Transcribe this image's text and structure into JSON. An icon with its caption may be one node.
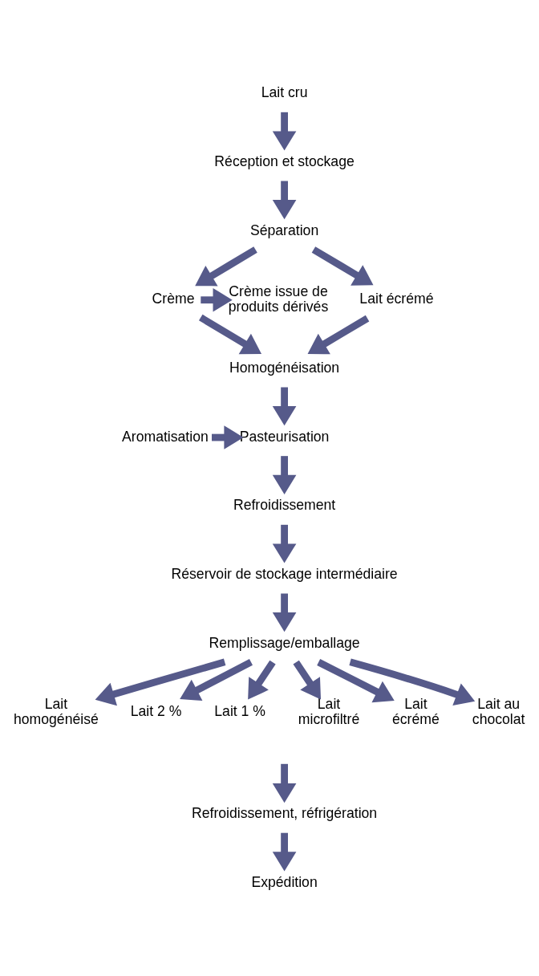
{
  "diagram": {
    "nodes": [
      {
        "text": [
          "Lait cru"
        ]
      },
      {
        "text": [
          "Réception et stockage"
        ]
      },
      {
        "text": [
          "Séparation"
        ]
      },
      {
        "text": [
          "Crème"
        ]
      },
      {
        "text": [
          "Lait écrémé"
        ]
      },
      {
        "text": [
          "Crème issue de produits dérivés"
        ]
      },
      {
        "text": [
          "Homogénéisation"
        ]
      },
      {
        "text": [
          "Aromatisation"
        ]
      },
      {
        "text": [
          "Pasteurisation"
        ]
      },
      {
        "text": [
          "Refroidissement"
        ]
      },
      {
        "text": [
          "Réservoir de stockage intermédiaire"
        ]
      },
      {
        "text": [
          "Remplissage/emballage"
        ]
      },
      {
        "text": [
          "Lait homogénéisé"
        ]
      },
      {
        "text": [
          "Lait 2 %"
        ]
      },
      {
        "text": [
          "Lait 1 %"
        ]
      },
      {
        "text": [
          "Lait microfiltré"
        ]
      },
      {
        "text": [
          "Lait écrémé"
        ]
      },
      {
        "text": [
          "Lait au chocolat"
        ]
      },
      {
        "text": [
          "Refroidissement, réfrigération"
        ]
      },
      {
        "text": [
          "Expédition"
        ]
      }
    ],
    "edges": [
      {
        "from": 0,
        "to": 1,
        "arrow": "to"
      },
      {
        "from": 1,
        "to": 2,
        "arrow": "to"
      },
      {
        "from": 2,
        "to": 3,
        "arrow": "to"
      },
      {
        "from": 2,
        "to": 4,
        "arrow": "to"
      },
      {
        "from": 3,
        "to": 5,
        "arrow": "to"
      },
      {
        "from": 3,
        "to": 6,
        "arrow": "to"
      },
      {
        "from": 4,
        "to": 6,
        "arrow": "to"
      },
      {
        "from": 6,
        "to": 8,
        "arrow": "to"
      },
      {
        "from": 7,
        "to": 8,
        "arrow": "to"
      },
      {
        "from": 8,
        "to": 9,
        "arrow": "to"
      },
      {
        "from": 9,
        "to": 10,
        "arrow": "to"
      },
      {
        "from": 10,
        "to": 11,
        "arrow": "to"
      },
      {
        "from": 11,
        "to": 12,
        "arrow": "to"
      },
      {
        "from": 11,
        "to": 13,
        "arrow": "to"
      },
      {
        "from": 11,
        "to": 14,
        "arrow": "to"
      },
      {
        "from": 11,
        "to": 15,
        "arrow": "to"
      },
      {
        "from": 11,
        "to": 16,
        "arrow": "to"
      },
      {
        "from": 11,
        "to": 17,
        "arrow": "to"
      },
      {
        "from": null,
        "to": 18,
        "arrow": "to"
      },
      {
        "from": 18,
        "to": 19,
        "arrow": "to"
      }
    ]
  }
}
